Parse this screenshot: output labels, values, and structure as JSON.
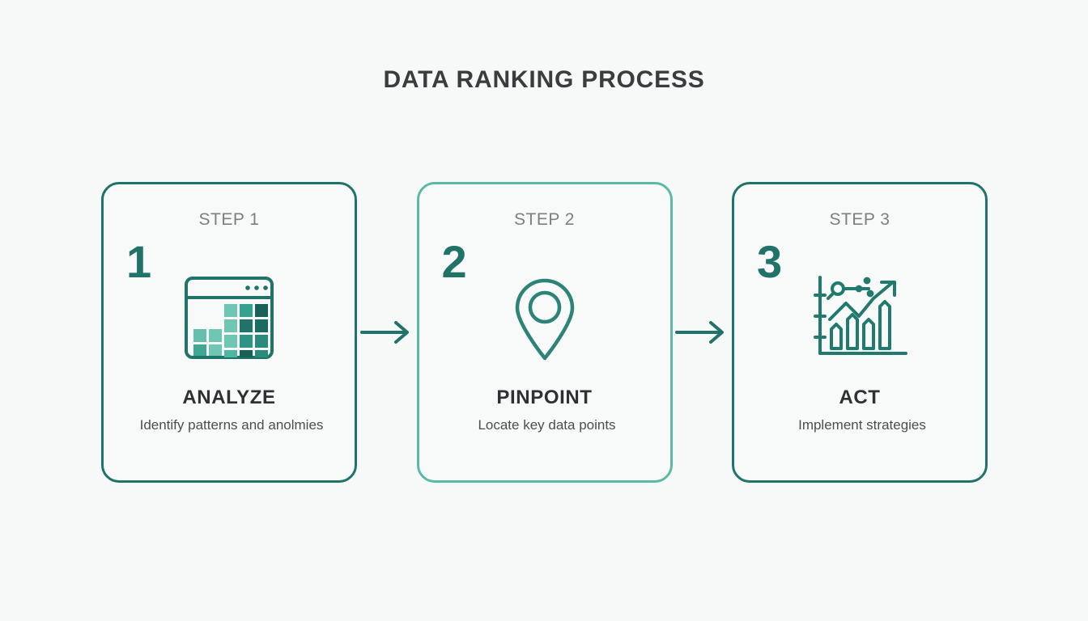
{
  "page": {
    "title": "DATA RANKING PROCESS",
    "background_color": "#f7f8f8"
  },
  "colors": {
    "dark_teal": "#1f7368",
    "mint_teal": "#5cb9a6",
    "heat_light": "#6fc6b2",
    "heat_mid": "#2e9585",
    "heat_dark": "#1a6258",
    "title_text": "#3a3d40",
    "muted_text": "#7c7f81",
    "body_text": "#4b4e50"
  },
  "steps": [
    {
      "step_label": "STEP 1",
      "number": "1",
      "icon": "heatmap-grid-icon",
      "title": "ANALYZE",
      "description": "Identify patterns and anolmies",
      "border_color": "#1f7368",
      "accent_style": "dark"
    },
    {
      "step_label": "STEP 2",
      "number": "2",
      "icon": "map-pin-icon",
      "title": "PINPOINT",
      "description": "Locate key data points",
      "border_color": "#5cb9a6",
      "accent_style": "mint"
    },
    {
      "step_label": "STEP 3",
      "number": "3",
      "icon": "growth-chart-icon",
      "title": "ACT",
      "description": "Implement strategies",
      "border_color": "#1f7368",
      "accent_style": "dark"
    }
  ],
  "connectors": [
    {
      "name": "arrow-step1-to-step2",
      "direction": "right"
    },
    {
      "name": "arrow-step2-to-step3",
      "direction": "right"
    }
  ],
  "heatmap": {
    "columns": 5,
    "rows": 4,
    "cells": [
      [
        null,
        null,
        "#6fc6b2",
        "#35a18f",
        "#1a6258"
      ],
      [
        null,
        null,
        "#6fc6b2",
        "#1f7368",
        "#1a6b60"
      ],
      [
        "#64c0ac",
        "#6fc6b2",
        "#6fc6b2",
        "#2e9585",
        "#2a8a7b"
      ],
      [
        "#3fa894",
        "#6fc6b2",
        "#4fb6a2",
        "#176056",
        "#2a8a7b"
      ]
    ]
  }
}
